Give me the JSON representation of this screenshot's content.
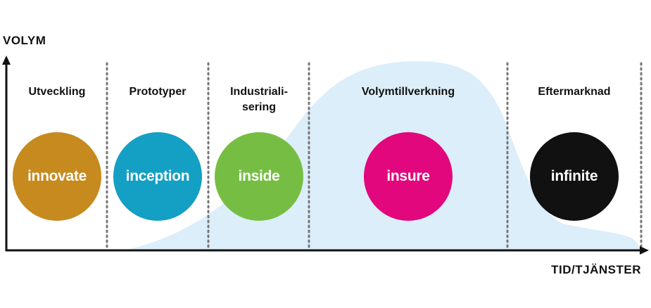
{
  "axes": {
    "y_label": "VOLYM",
    "x_label": "TID/TJÄNSTER"
  },
  "phases": [
    {
      "label_lines": [
        "Utveckling"
      ],
      "circle_text": "innovate",
      "color": "#C68A1E"
    },
    {
      "label_lines": [
        "Prototyper"
      ],
      "circle_text": "inception",
      "color": "#149FC4"
    },
    {
      "label_lines": [
        "Industriali-",
        "sering"
      ],
      "circle_text": "inside",
      "color": "#76BE43"
    },
    {
      "label_lines": [
        "Volymtillverkning"
      ],
      "circle_text": "insure",
      "color": "#E2077C"
    },
    {
      "label_lines": [
        "Eftermarknad"
      ],
      "circle_text": "infinite",
      "color": "#111111"
    }
  ],
  "colors": {
    "volume_curve": "#DCEEF9",
    "axis": "#111111",
    "divider": "#777777"
  }
}
